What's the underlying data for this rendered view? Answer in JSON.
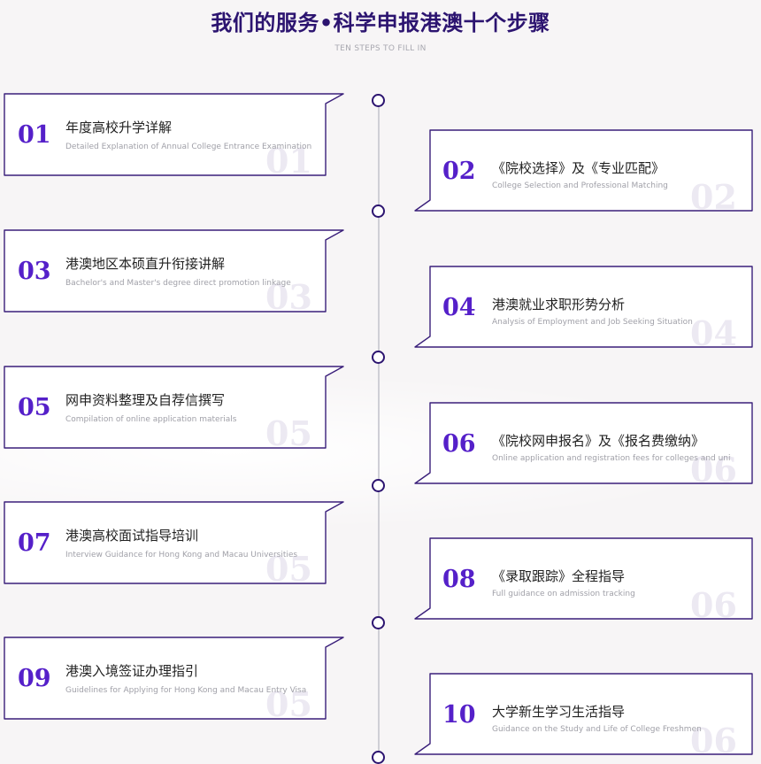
{
  "header": {
    "title": "我们的服务•科学申报港澳十个步骤",
    "subtitle": "TEN STEPS TO FILL IN"
  },
  "colors": {
    "accent": "#5520c9",
    "title": "#2c1470",
    "frame": "#3a1f7a"
  },
  "steps": [
    {
      "num": "01",
      "zh": "年度高校升学详解",
      "en": "Detailed Explanation of Annual College Entrance Examination",
      "watermark": "01"
    },
    {
      "num": "02",
      "zh": "《院校选择》及《专业匹配》",
      "en": "College Selection and Professional Matching",
      "watermark": "02"
    },
    {
      "num": "03",
      "zh": "港澳地区本硕直升衔接讲解",
      "en": "Bachelor's and Master's degree direct promotion linkage",
      "watermark": "03"
    },
    {
      "num": "04",
      "zh": "港澳就业求职形势分析",
      "en": "Analysis of Employment and Job Seeking Situation",
      "watermark": "04"
    },
    {
      "num": "05",
      "zh": "网申资料整理及自荐信撰写",
      "en": "Compilation of online application materials",
      "watermark": "05"
    },
    {
      "num": "06",
      "zh": "《院校网申报名》及《报名费缴纳》",
      "en": "Online application and registration fees for colleges and unive",
      "watermark": "06"
    },
    {
      "num": "07",
      "zh": "港澳高校面试指导培训",
      "en": "Interview Guidance for Hong Kong and Macau Universities",
      "watermark": "05"
    },
    {
      "num": "08",
      "zh": "《录取跟踪》全程指导",
      "en": "Full guidance on admission tracking",
      "watermark": "06"
    },
    {
      "num": "09",
      "zh": "港澳入境签证办理指引",
      "en": "Guidelines for Applying for Hong Kong and Macau Entry Visa",
      "watermark": "05"
    },
    {
      "num": "10",
      "zh": "大学新生学习生活指导",
      "en": "Guidance on the Study and Life of College Freshmen",
      "watermark": "06"
    }
  ]
}
